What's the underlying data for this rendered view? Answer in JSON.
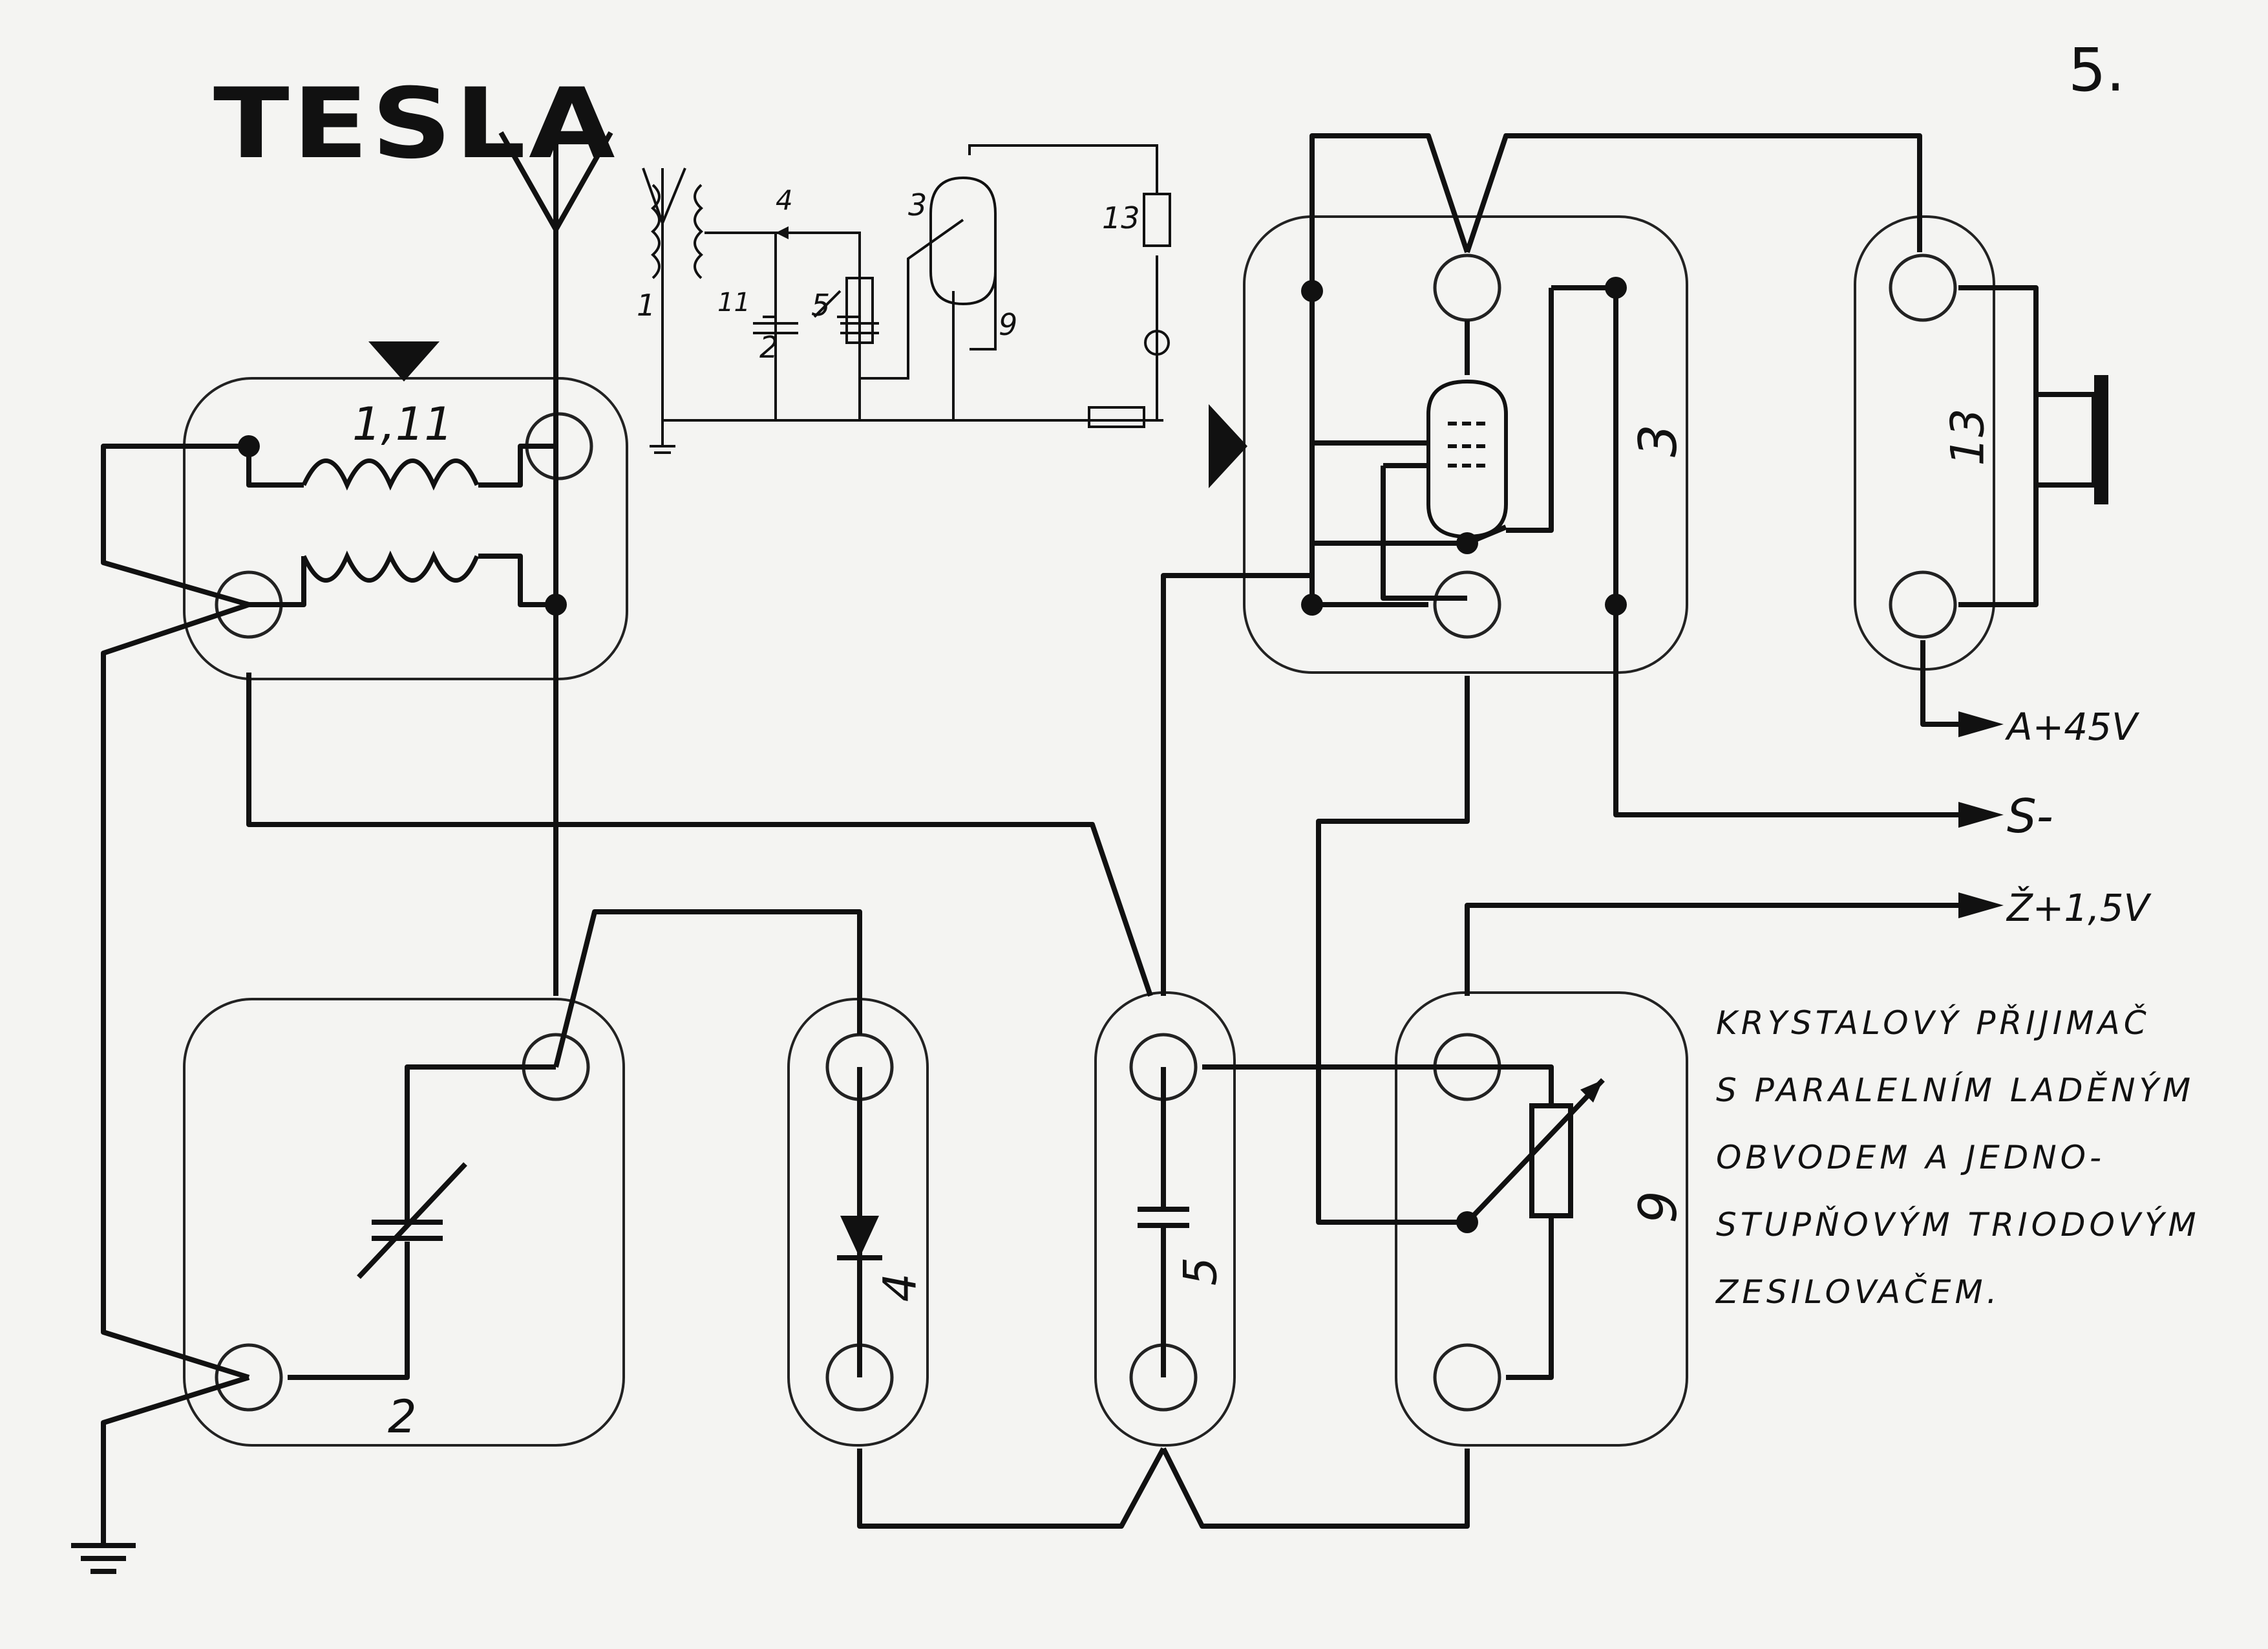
{
  "header": {
    "brand": "TESLA",
    "page_number": "5."
  },
  "description": {
    "lines": [
      "KRYSTALOVÝ PŘIJIMAČ",
      "S PARALELNÍM LADĚNÝM",
      "OBVODEM A JEDNO-",
      "STUPŇOVÝM TRIODOVÝM",
      "ZESILOVAČEM."
    ]
  },
  "terminals": {
    "anode": "A+45V",
    "common": "S-",
    "filament": "Ž+1,5V"
  },
  "modules": {
    "coil": "1,11",
    "capacitor": "2",
    "diode": "4",
    "fixed_capacitor": "5",
    "potentiometer": "9",
    "tube": "3",
    "earphone": "13"
  },
  "schematic_labels": {
    "primary_coil": "1",
    "secondary_coil": "11",
    "variable_cap": "2",
    "diode": "4",
    "fixed_cap": "5",
    "tube": "3",
    "bias": "9",
    "phones": "13"
  }
}
